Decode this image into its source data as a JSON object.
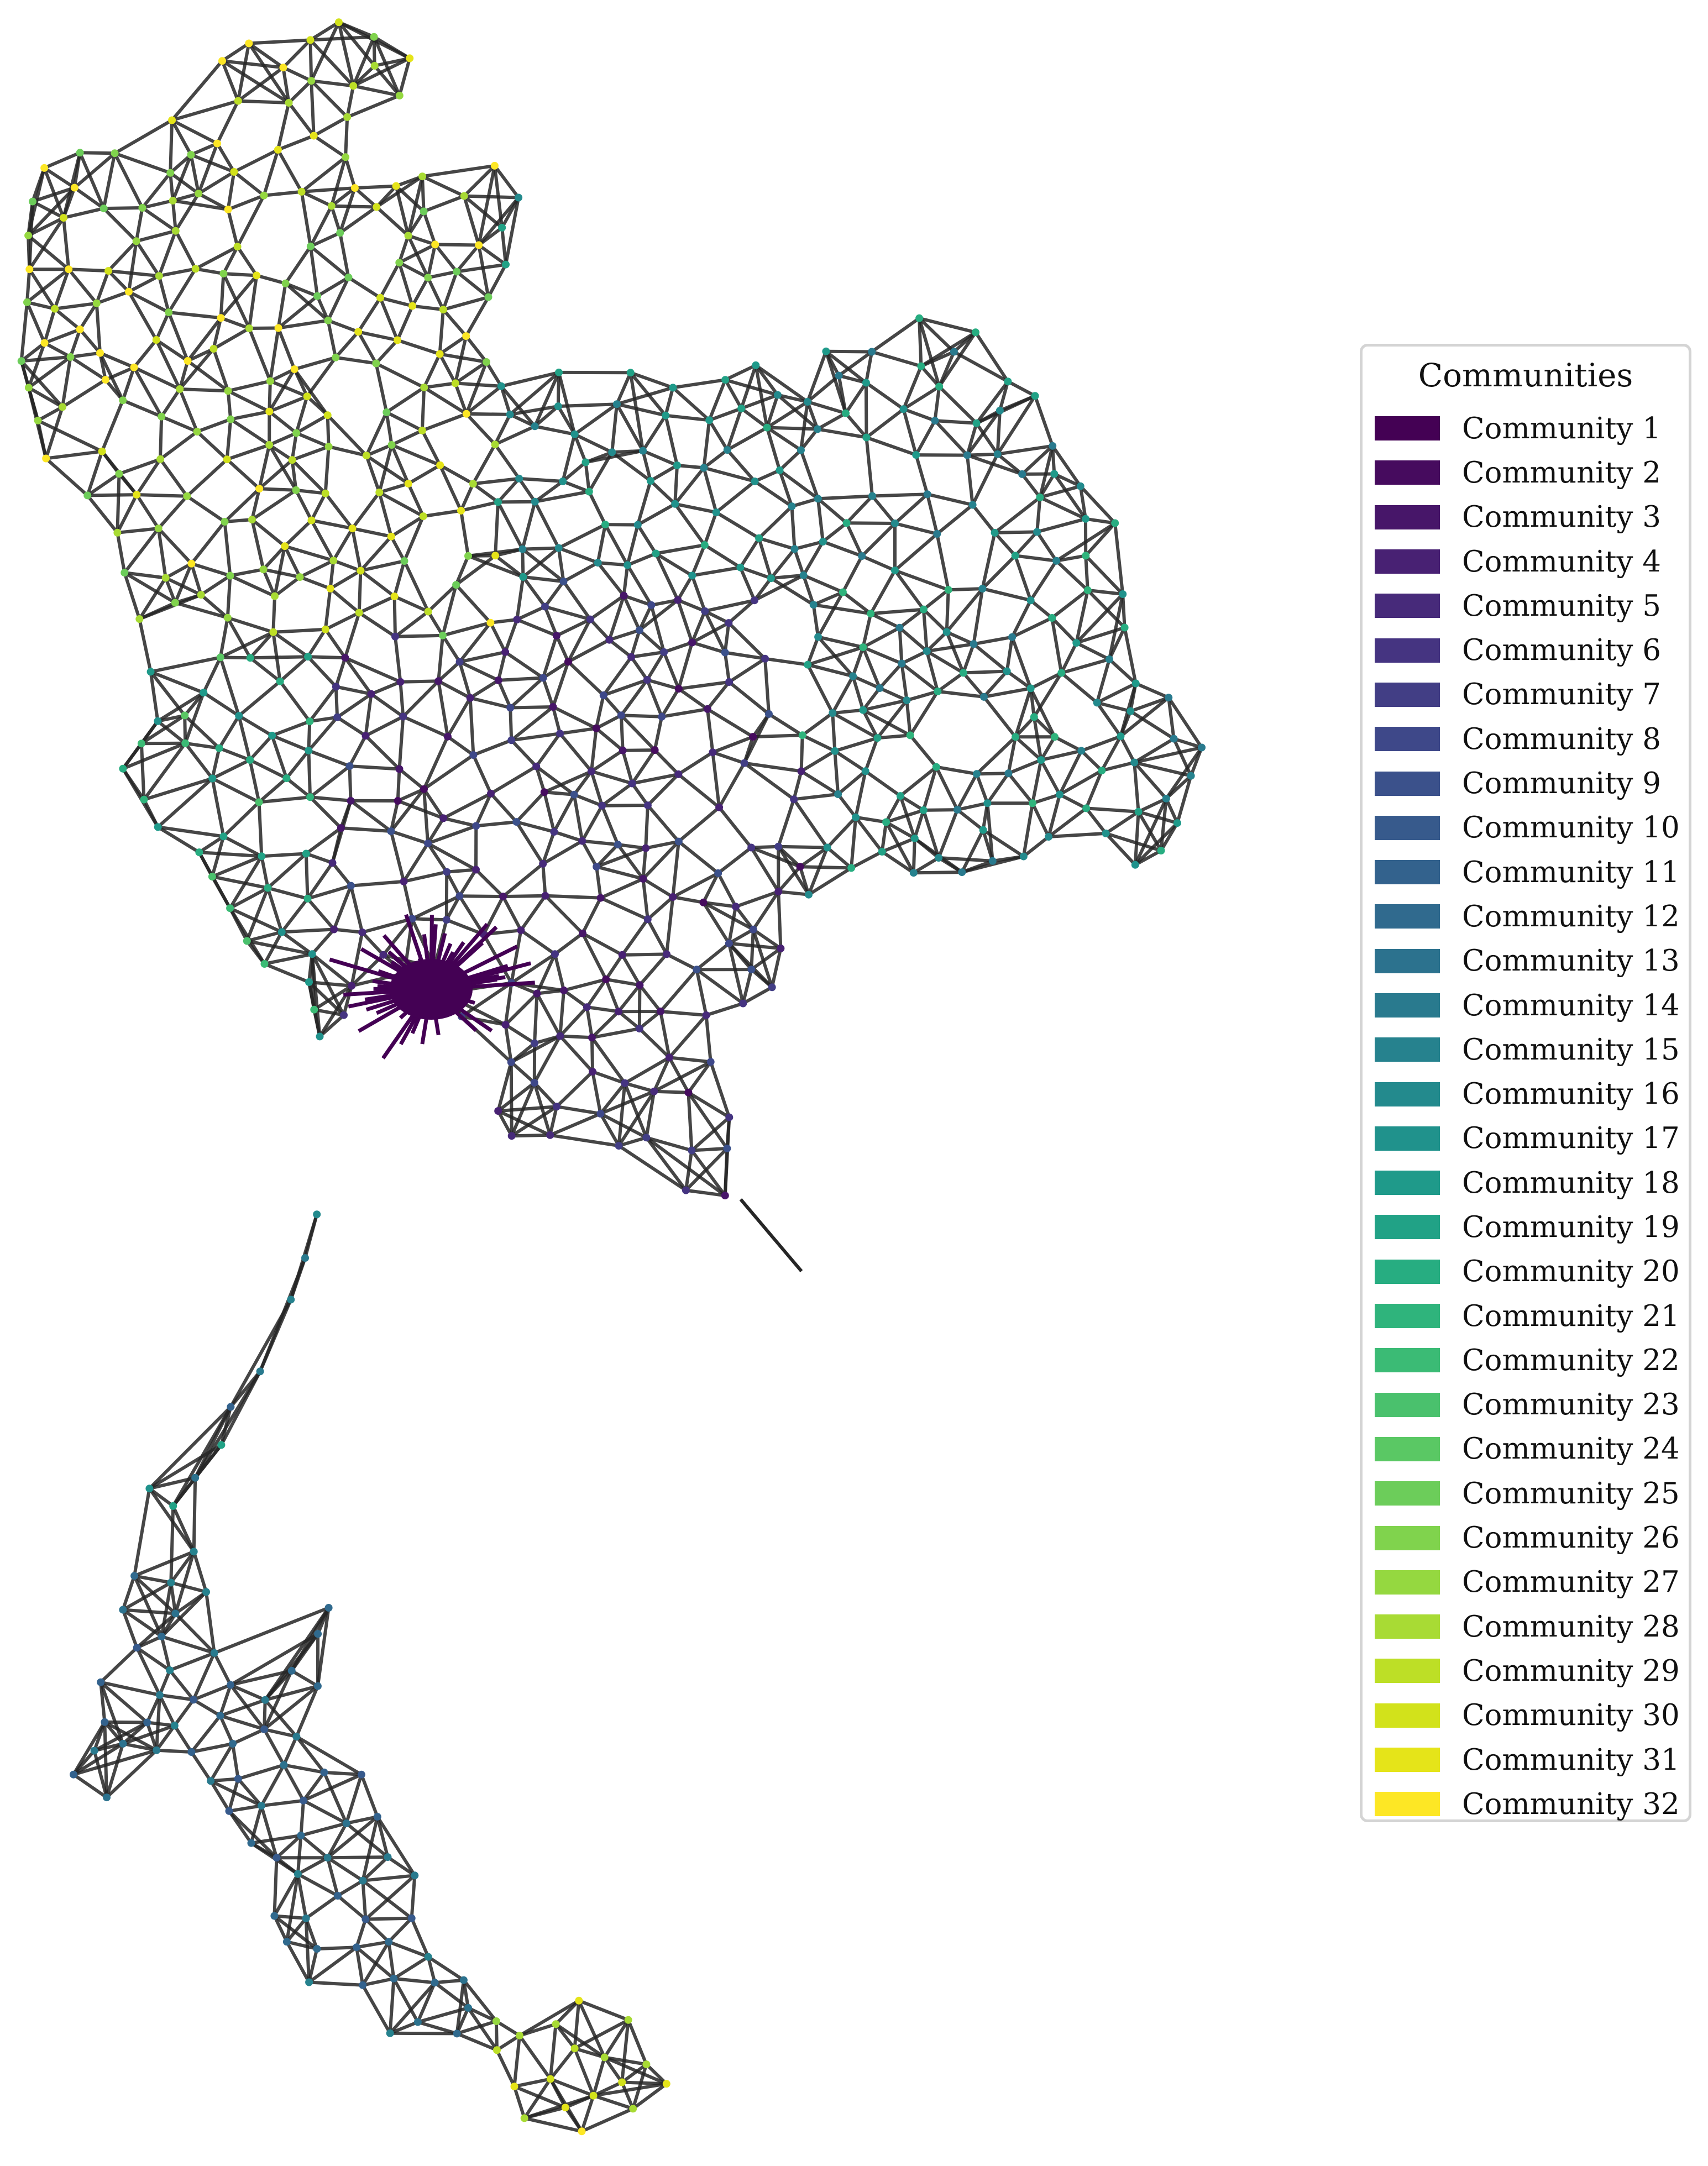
{
  "legend": {
    "title": "Communities",
    "items": [
      {
        "label": "Community 1",
        "color": "#440154"
      },
      {
        "label": "Community 2",
        "color": "#460b5e"
      },
      {
        "label": "Community 3",
        "color": "#471669"
      },
      {
        "label": "Community 4",
        "color": "#482173"
      },
      {
        "label": "Community 5",
        "color": "#472a7a"
      },
      {
        "label": "Community 6",
        "color": "#453481"
      },
      {
        "label": "Community 7",
        "color": "#423e85"
      },
      {
        "label": "Community 8",
        "color": "#3e4889"
      },
      {
        "label": "Community 9",
        "color": "#3b518b"
      },
      {
        "label": "Community 10",
        "color": "#375a8c"
      },
      {
        "label": "Community 11",
        "color": "#33628d"
      },
      {
        "label": "Community 12",
        "color": "#306a8e"
      },
      {
        "label": "Community 13",
        "color": "#2c728e"
      },
      {
        "label": "Community 14",
        "color": "#297a8e"
      },
      {
        "label": "Community 15",
        "color": "#26828e"
      },
      {
        "label": "Community 16",
        "color": "#238a8d"
      },
      {
        "label": "Community 17",
        "color": "#20928c"
      },
      {
        "label": "Community 18",
        "color": "#1f9a8a"
      },
      {
        "label": "Community 19",
        "color": "#21a286"
      },
      {
        "label": "Community 20",
        "color": "#27ad81"
      },
      {
        "label": "Community 21",
        "color": "#2fb47c"
      },
      {
        "label": "Community 22",
        "color": "#3bbb75"
      },
      {
        "label": "Community 23",
        "color": "#4ac16d"
      },
      {
        "label": "Community 24",
        "color": "#5ac864"
      },
      {
        "label": "Community 25",
        "color": "#6ccd5a"
      },
      {
        "label": "Community 26",
        "color": "#80d34d"
      },
      {
        "label": "Community 27",
        "color": "#95d840"
      },
      {
        "label": "Community 28",
        "color": "#a8db34"
      },
      {
        "label": "Community 29",
        "color": "#bddf26"
      },
      {
        "label": "Community 30",
        "color": "#d2e21b"
      },
      {
        "label": "Community 31",
        "color": "#e5e419"
      },
      {
        "label": "Community 32",
        "color": "#fde725"
      }
    ]
  },
  "graph": {
    "edge_color": "#262626",
    "node_count_hint": "many"
  }
}
